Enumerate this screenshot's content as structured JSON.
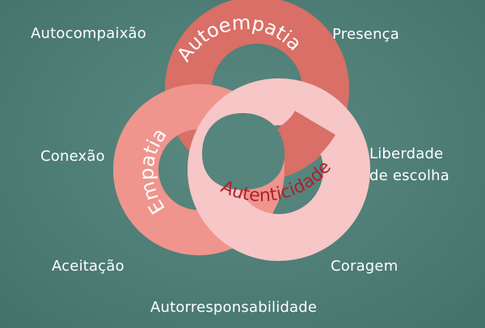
{
  "diagram": {
    "rings": [
      {
        "label": "Autoempatia",
        "color": "#d96f66",
        "text_color": "#ffffff"
      },
      {
        "label": "Empatia",
        "color": "#ef958d",
        "text_color": "#ffffff"
      },
      {
        "label": "Autenticidade",
        "color": "#f7c6c6",
        "text_color": "#b0202e"
      }
    ]
  },
  "qualities": {
    "autocompaixao": "Autocompaixão",
    "presenca": "Presença",
    "conexao": "Conexão",
    "liberdade_line1": "Liberdade",
    "liberdade_line2": "de escolha",
    "aceitacao": "Aceitação",
    "coragem": "Coragem",
    "autorresponsabilidade": "Autorresponsabilidade"
  }
}
